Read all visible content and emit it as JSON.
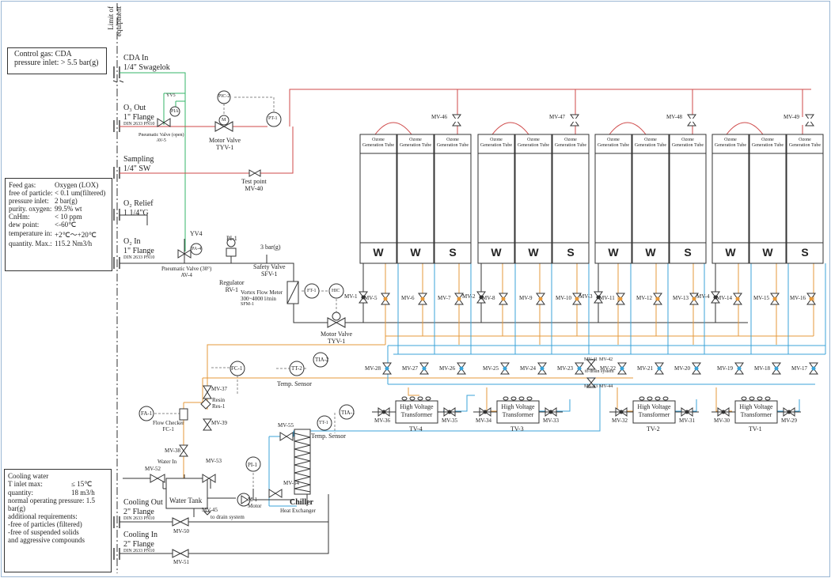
{
  "colors": {
    "green": "#35b66a",
    "red": "#cf4a4a",
    "orange": "#e5983b",
    "blue": "#3ba3d8",
    "black": "#333333",
    "gray": "#8a8a8a"
  },
  "limit_label": [
    "Limit of",
    "equipment"
  ],
  "control_gas": {
    "line1": "Control gas: CDA",
    "line2": "pressure inlet: > 5.5 bar(g)"
  },
  "feed_gas": {
    "rows": [
      [
        "Feed gas:",
        "Oxygen (LOX)"
      ],
      [
        "free of particle:",
        "< 0.1 um(filtered)"
      ],
      [
        "pressure inlet:",
        "2 bar(g)"
      ],
      [
        "purity. oxygen:",
        "99.5% wt"
      ],
      [
        "CnHm:",
        "< 10 ppm"
      ],
      [
        "dew point:",
        "<-60℃"
      ],
      [
        "temperature in:",
        "+2℃～+20℃"
      ],
      [
        "quantity. Max.:",
        "115.2 Nm3/h"
      ]
    ]
  },
  "cooling_water": {
    "title": "Cooling water",
    "rows": [
      [
        "T inlet max:",
        "≤ 15℃"
      ],
      [
        "quantity:",
        "18 m3/h"
      ]
    ],
    "lines": [
      "normal operating pressure: 1.5 bar(g)",
      "additional requirements:",
      "-free of particles (filtered)",
      "-free of suspended solids",
      "and aggressive compounds"
    ]
  },
  "connections": {
    "cda_in": [
      "CDA In",
      "1/4\" Swagelok"
    ],
    "o3_out": [
      "O₃ Out",
      "1\" Flange",
      "DIN 2633 PN10"
    ],
    "sampling": [
      "Sampling",
      "1/4\" SW"
    ],
    "o2_relief": [
      "O₂ Relief",
      "1 1/4\"G"
    ],
    "o2_in": [
      "O₂ In",
      "1\" Flange",
      "DIN 2633 PN10"
    ],
    "cooling_out": [
      "Cooling Out",
      "2\" Flange",
      "DIN 2633 PN10"
    ],
    "cooling_in": [
      "Cooling In",
      "2\" Flange",
      "DIN 2633 PN10"
    ]
  },
  "labels": {
    "yv5": "YV5",
    "yv4": "YV4",
    "pia": "PIA",
    "pv_av5": [
      "Pneumatic Valve (open)",
      "AV-5"
    ],
    "motor_tyv1_top": [
      "Motor Valve",
      "TYV-1"
    ],
    "pic2": "PIC-2",
    "pt1": "PT-1",
    "m": "M",
    "test_point": [
      "Test point",
      "MV-40"
    ],
    "pv_av4": [
      "Pneumatic Valve (30°)",
      "AV-4"
    ],
    "pa4": "PA-4",
    "pi1": "PI-1",
    "regulator": [
      "Regulator",
      "RV-1"
    ],
    "safety_valve": [
      "Safety Valve",
      "SFV-1"
    ],
    "bar3": "3 bar(g)",
    "vortex": [
      "Vortex Flow Meter",
      "300~4000 l/min",
      "SFM-1"
    ],
    "ft1": "FT-1",
    "hic": "HIC",
    "motor_tyv1": [
      "Motor Valve",
      "TYV-1"
    ],
    "fc1": "FC-1",
    "tt2": "TT-2",
    "tia2": "TIA-2",
    "temp_sensor": "Temp. Sensor",
    "mv37": "MV-37",
    "resin": [
      "Resin",
      "Res-1"
    ],
    "mv39": "MV-39",
    "fa1": "FA-1",
    "flow_checker": [
      "Flow Checker",
      "FC-1"
    ],
    "mv38": "MV-38",
    "water_in": "Water In",
    "mv52": "MV-52",
    "mv53": "MV-53",
    "water_tank": "Water  Tank",
    "mv45": "MV-45",
    "to_drain": "to drain system",
    "pi1b": "PI-1",
    "m1": "M-1",
    "motor": "Motor",
    "mv54": "MV-54",
    "mv55": "MV-55",
    "tt1": "TT-1",
    "tia1": "TIA-1",
    "temp_sensor2": "Temp. Sensor",
    "chiller": "Chiller",
    "heat_exchanger": "Heat Exchanger",
    "mv50": "MV-50",
    "mv51": "MV-51",
    "drain_small": "to drain system",
    "mv_small": [
      "MV-41",
      "MV-42",
      "MV-43",
      "MV-44"
    ]
  },
  "tube_label": [
    "Ozone",
    "Generation Tube"
  ],
  "generator_groups": [
    {
      "tube_letters": [
        "W",
        "W",
        "S"
      ],
      "top_valve": "MV-46",
      "drain_valve": "MV-1",
      "out_valves": [
        "MV-5",
        "MV-6",
        "MV-7"
      ],
      "in_valves": [
        "MV-28",
        "MV-27",
        "MV-26"
      ],
      "transformer": [
        "High Voltage",
        "Transformer"
      ],
      "tv": "TV-4",
      "tv_valves": [
        "MV-36",
        "MV-35"
      ]
    },
    {
      "tube_letters": [
        "W",
        "W",
        "S"
      ],
      "top_valve": "MV-47",
      "drain_valve": "MV-2",
      "out_valves": [
        "MV-8",
        "MV-9",
        "MV-10"
      ],
      "in_valves": [
        "MV-25",
        "MV-24",
        "MV-23"
      ],
      "transformer": [
        "High Voltage",
        "Transformer"
      ],
      "tv": "TV-3",
      "tv_valves": [
        "MV-34",
        "MV-33"
      ]
    },
    {
      "tube_letters": [
        "W",
        "W",
        "S"
      ],
      "top_valve": "MV-48",
      "drain_valve": "MV-3",
      "out_valves": [
        "MV-11",
        "MV-12",
        "MV-13"
      ],
      "in_valves": [
        "MV-22",
        "MV-21",
        "MV-20"
      ],
      "transformer": [
        "High Voltage",
        "Transformer"
      ],
      "tv": "TV-2",
      "tv_valves": [
        "MV-32",
        "MV-31"
      ]
    },
    {
      "tube_letters": [
        "W",
        "W",
        "S"
      ],
      "top_valve": "MV-49",
      "drain_valve": "MV-4",
      "out_valves": [
        "MV-14",
        "MV-15",
        "MV-16"
      ],
      "in_valves": [
        "MV-19",
        "MV-18",
        "MV-17"
      ],
      "transformer": [
        "High Voltage",
        "Transformer"
      ],
      "tv": "TV-1",
      "tv_valves": [
        "MV-30",
        "MV-29"
      ]
    }
  ]
}
